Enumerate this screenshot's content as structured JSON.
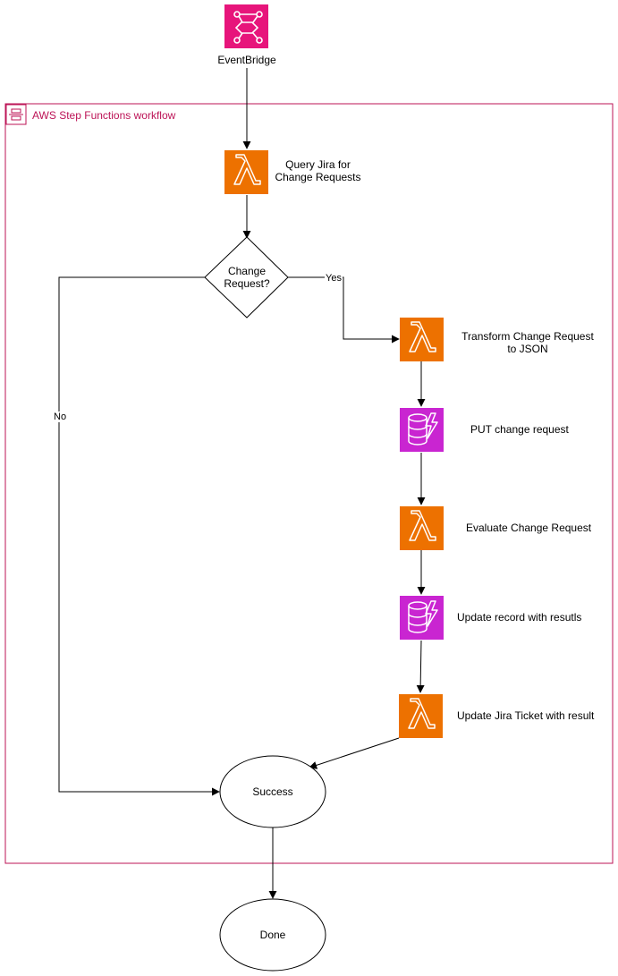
{
  "colors": {
    "eventbridge": "#E7157B",
    "lambda": "#ED7100",
    "dynamodb": "#C925D1",
    "group_border": "#BC1356"
  },
  "nodes": {
    "eventbridge": {
      "label": "EventBridge",
      "icon": "eventbridge-icon"
    },
    "group": {
      "title": "AWS Step Functions workflow",
      "icon": "step-functions-icon"
    },
    "query_jira": {
      "label": "Query Jira for\nChange Requests",
      "icon": "lambda-icon"
    },
    "decision": {
      "label": "Change\nRequest?"
    },
    "transform": {
      "label": "Transform Change Request\nto JSON",
      "icon": "lambda-icon"
    },
    "put_request": {
      "label": "PUT change request",
      "icon": "dynamodb-icon"
    },
    "evaluate": {
      "label": "Evaluate Change Request",
      "icon": "lambda-icon"
    },
    "update_record": {
      "label": "Update record with resutls",
      "icon": "dynamodb-icon"
    },
    "update_jira": {
      "label": "Update Jira Ticket with result",
      "icon": "lambda-icon"
    },
    "success": {
      "label": "Success"
    },
    "done": {
      "label": "Done"
    }
  },
  "edges": {
    "yes_label": "Yes",
    "no_label": "No"
  }
}
